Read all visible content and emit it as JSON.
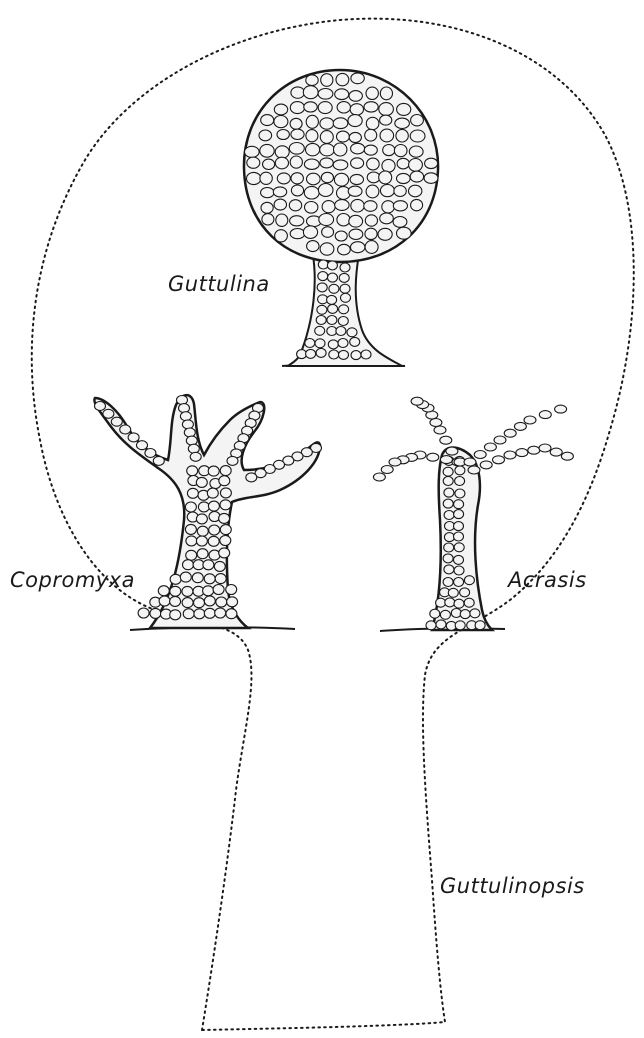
{
  "figure": {
    "ink_color": "#1a1a1a",
    "cell_fill": "#f4f4f4",
    "background": "#ffffff"
  },
  "labels": {
    "guttulina": "Guttulina",
    "copromyxa": "Copromyxa",
    "acrasis": "Acrasis",
    "guttulinopsis": "Guttulinopsis"
  },
  "organisms": [
    {
      "name": "guttulina",
      "form": "globose-sorocarp-on-stalk"
    },
    {
      "name": "copromyxa",
      "form": "branched-sorocarp"
    },
    {
      "name": "acrasis",
      "form": "stalk-with-spore-chains"
    }
  ]
}
